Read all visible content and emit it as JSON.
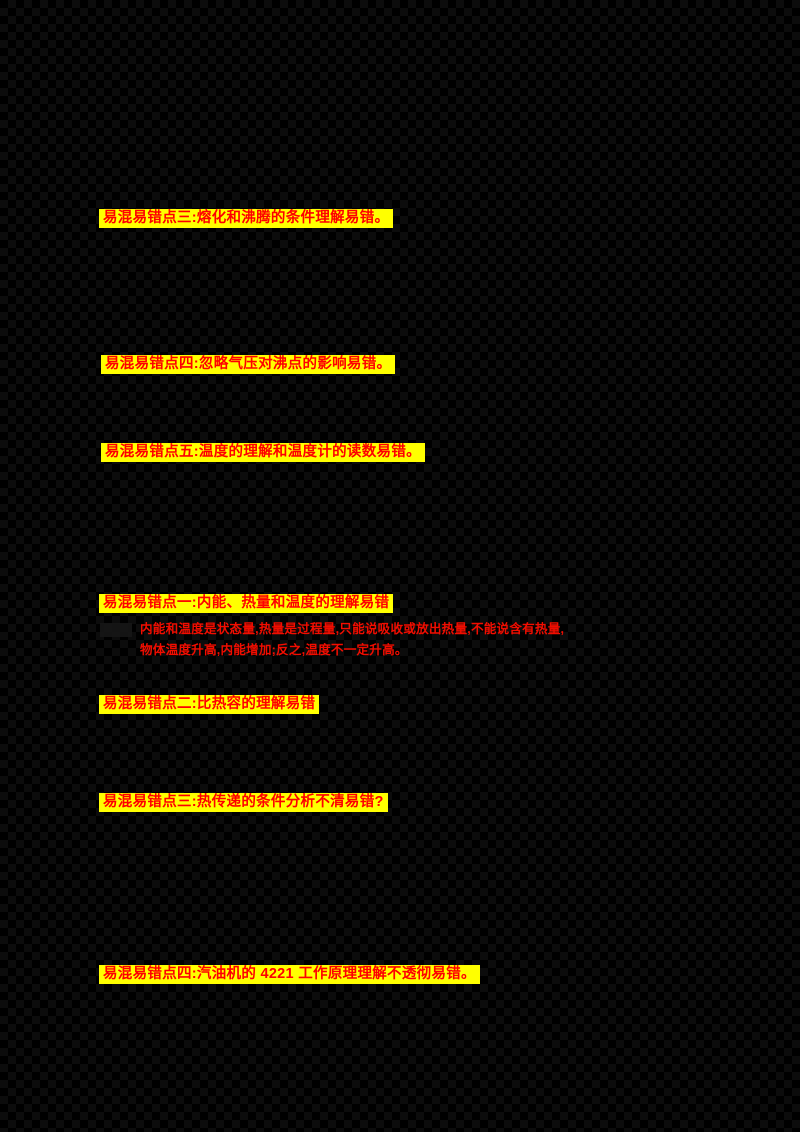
{
  "page": {
    "background_color": "#000000",
    "highlight_color": "#ffff00",
    "heading_text_color": "#ff0000",
    "note_text_color": "#f20d00"
  },
  "doc": {
    "part1": {
      "heading3": "易混易错点三:熔化和沸腾的条件理解易错。",
      "heading4": "易混易错点四:忽略气压对沸点的影响易错。",
      "heading5": "易混易错点五:温度的理解和温度计的读数易错。"
    },
    "part2": {
      "heading1": "易混易错点一:内能、热量和温度的理解易错",
      "note_line1": "内能和温度是状态量,热量是过程量,只能说吸收或放出热量,不能说含有热量,",
      "note_line2": "物体温度升高,内能增加;反之,温度不一定升高。",
      "heading2": "易混易错点二:比热容的理解易错",
      "heading3": "易混易错点三:热传递的条件分析不清易错?",
      "heading4": "易混易错点四:汽油机的 4221 工作原理理解不透彻易错。"
    }
  }
}
